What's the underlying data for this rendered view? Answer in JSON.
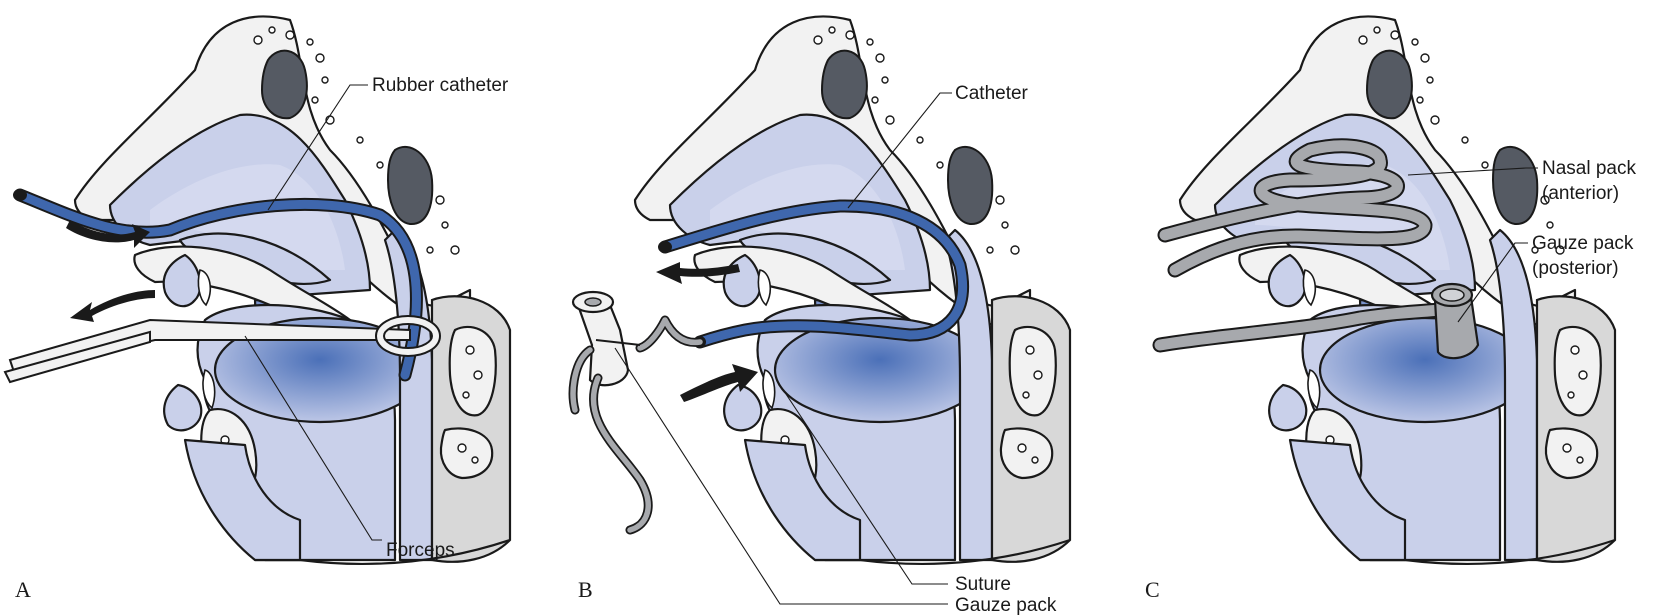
{
  "colors": {
    "catheter": "#3f67ad",
    "tissue": "#c9d0ea",
    "tissue_deep": "#4a6fb5",
    "bone": "#f2f2f2",
    "pack": "#a7a9ad"
  },
  "panels": [
    {
      "letter": "A",
      "labels": {
        "top": "Rubber catheter",
        "bottom": "Forceps"
      }
    },
    {
      "letter": "B",
      "labels": {
        "top": "Catheter",
        "suture": "Suture",
        "gauze": "Gauze pack"
      }
    },
    {
      "letter": "C",
      "labels": {
        "nasal_1": "Nasal pack",
        "nasal_2": "(anterior)",
        "gauze_1": "Gauze pack",
        "gauze_2": "(posterior)"
      }
    }
  ]
}
